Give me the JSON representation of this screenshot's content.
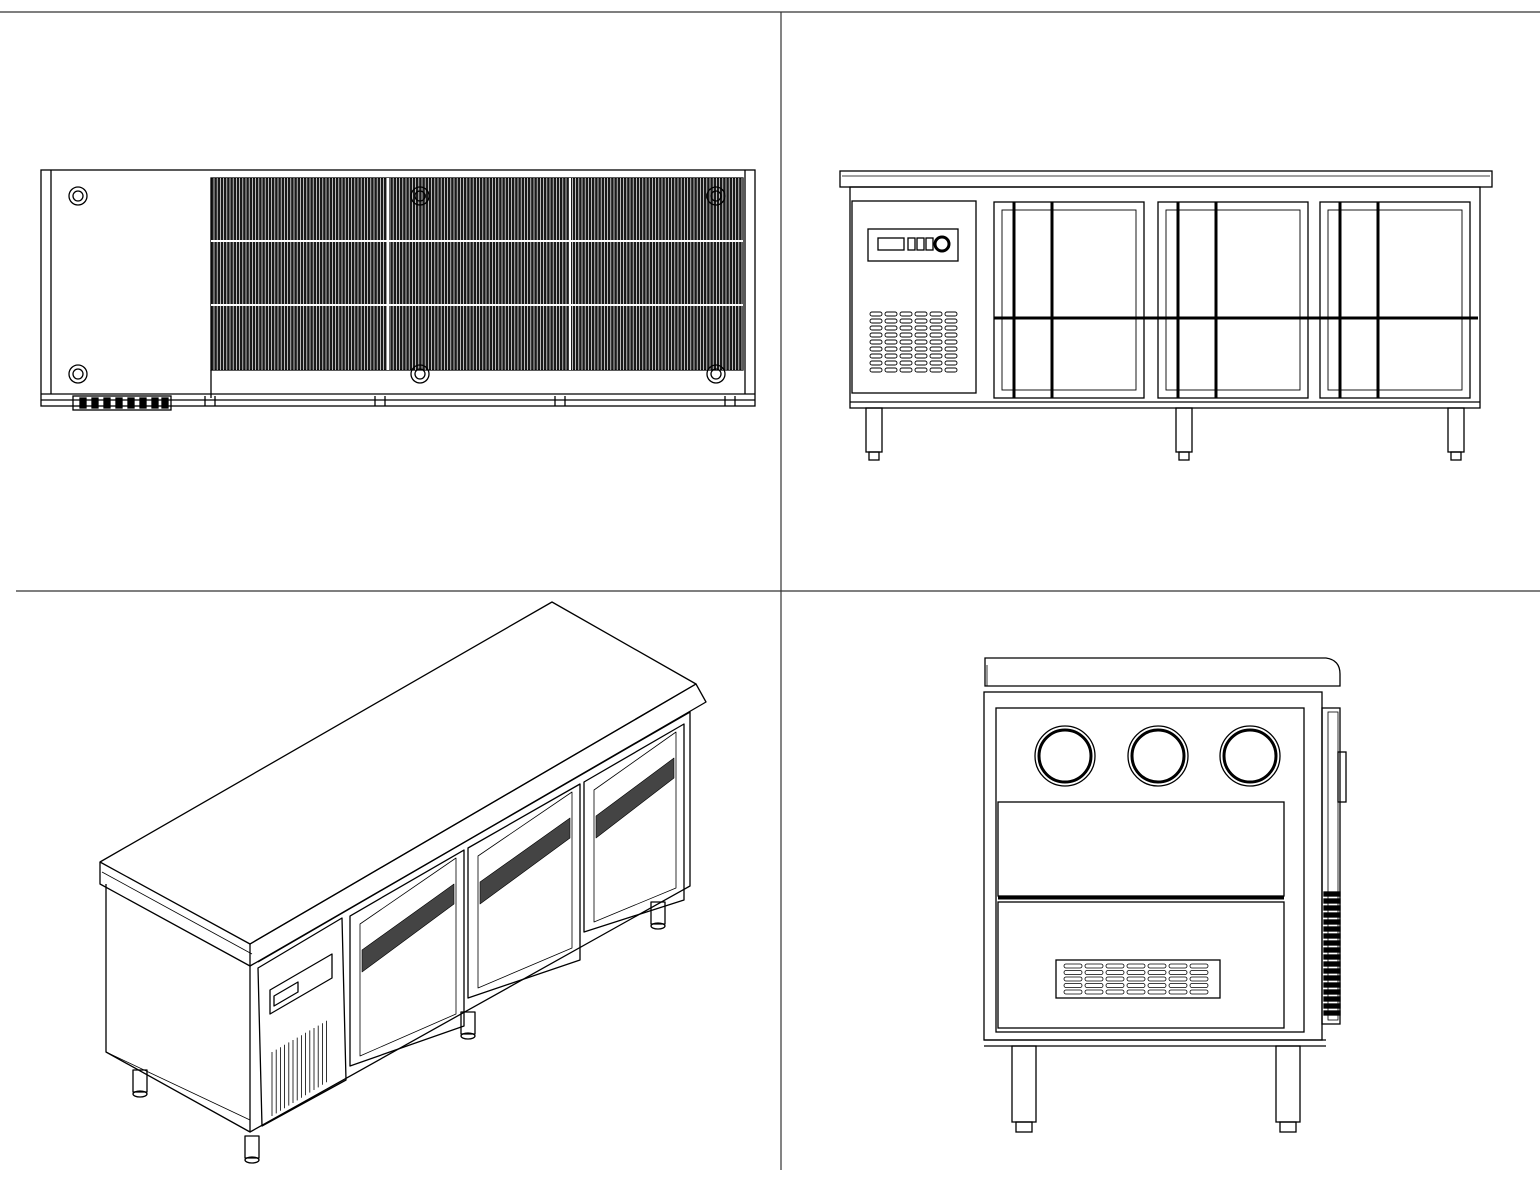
{
  "drawing": {
    "colors": {
      "line": "#000000",
      "paper": "#ffffff",
      "frame": "#333333"
    },
    "views": [
      {
        "id": "top-view",
        "doors": 3,
        "mounting_holes": 6
      },
      {
        "id": "front-view",
        "doors": 3,
        "legs": 3,
        "control_panel_buttons": 3
      },
      {
        "id": "isometric-view",
        "doors": 3,
        "legs": 4
      },
      {
        "id": "side-view",
        "vent_rings": 3,
        "legs": 2
      }
    ]
  }
}
